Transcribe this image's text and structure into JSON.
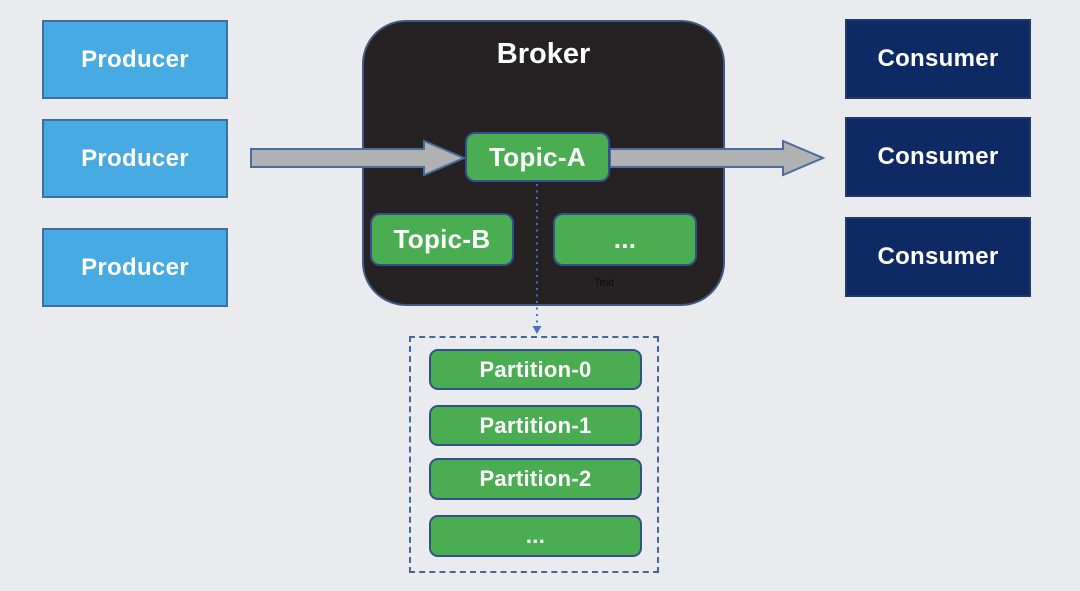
{
  "broker": {
    "title": "Broker",
    "topic_a": "Topic-A",
    "topic_b": "Topic-B",
    "topic_more": "...",
    "text_label": "Text"
  },
  "producers": {
    "items": [
      "Producer",
      "Producer",
      "Producer"
    ]
  },
  "consumers": {
    "items": [
      "Consumer",
      "Consumer",
      "Consumer"
    ]
  },
  "partitions": {
    "items": [
      "Partition-0",
      "Partition-1",
      "Partition-2",
      "..."
    ]
  },
  "colors": {
    "canvas_bg": "#e9ebee",
    "producer_fill": "#47aae3",
    "producer_border": "#3c6e9f",
    "consumer_fill": "#0e2a64",
    "consumer_border": "#1f3864",
    "broker_fill": "#262223",
    "broker_border": "#3e5a80",
    "topic_fill": "#4bad52",
    "topic_border": "#34508c",
    "arrow_fill": "#afb1b3",
    "arrow_border": "#4a6b9b",
    "connector_blue": "#4472c4",
    "dashed_border": "#44679b"
  }
}
